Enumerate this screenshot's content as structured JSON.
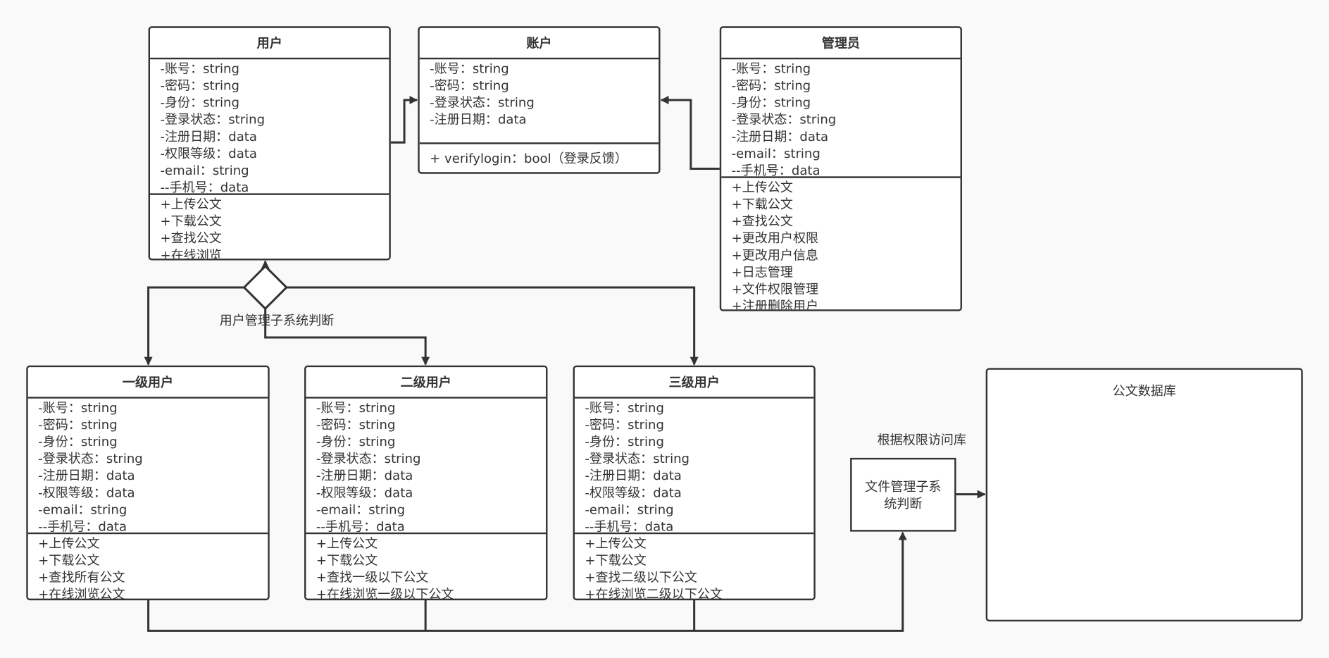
{
  "classes": [
    {
      "id": "user",
      "title": "用户",
      "attributes": [
        "-账号：string",
        "-密码：string",
        "-身份：string",
        "-登录状态：string",
        "-注册日期：data",
        "-权限等级：data",
        "-email：string",
        "--手机号：data"
      ],
      "methods": [
        "+上传公文",
        "+下载公文",
        "+查找公文",
        "+在线浏览"
      ]
    },
    {
      "id": "account",
      "title": "账户",
      "attributes": [
        "-账号：string",
        "-密码：string",
        "-登录状态：string",
        "-注册日期：data"
      ],
      "methods": [
        "+ verifylogin：bool（登录反馈）"
      ]
    },
    {
      "id": "admin",
      "title": "管理员",
      "attributes": [
        "-账号：string",
        "-密码：string",
        "-身份：string",
        "-登录状态：string",
        "-注册日期：data",
        "-email：string",
        "--手机号：data"
      ],
      "methods": [
        "+上传公文",
        "+下载公文",
        "+查找公文",
        "+更改用户权限",
        "+更改用户信息",
        "+日志管理",
        "+文件权限管理",
        "+注册删除用户"
      ]
    },
    {
      "id": "level1",
      "title": "一级用户",
      "attributes": [
        "-账号：string",
        "-密码：string",
        "-身份：string",
        "-登录状态：string",
        "-注册日期：data",
        "-权限等级：data",
        "-email：string",
        "--手机号：data"
      ],
      "methods": [
        "+上传公文",
        "+下载公文",
        "+查找所有公文",
        "+在线浏览公文"
      ]
    },
    {
      "id": "level2",
      "title": "二级用户",
      "attributes": [
        "-账号：string",
        "-密码：string",
        "-身份：string",
        "-登录状态：string",
        "-注册日期：data",
        "-权限等级：data",
        "-email：string",
        "--手机号：data"
      ],
      "methods": [
        "+上传公文",
        "+下载公文",
        "+查找一级以下公文",
        "+在线浏览一级以下公文"
      ]
    },
    {
      "id": "level3",
      "title": "三级用户",
      "attributes": [
        "-账号：string",
        "-密码：string",
        "-身份：string",
        "-登录状态：string",
        "-注册日期：data",
        "-权限等级：data",
        "-email：string",
        "--手机号：data"
      ],
      "methods": [
        "+上传公文",
        "+下载公文",
        "+查找二级以下公文",
        "+在线浏览二级以下公文"
      ]
    }
  ],
  "labels": {
    "user_mgmt_decision": "用户管理子系统判断",
    "access_by_permission": "根据权限访问库",
    "file_mgmt_decision": "文件管理子系统判断",
    "document_db": "公文数据库"
  },
  "colors": {
    "stroke": "#333333",
    "fill": "#ffffff",
    "background": "#f9f9f9"
  }
}
